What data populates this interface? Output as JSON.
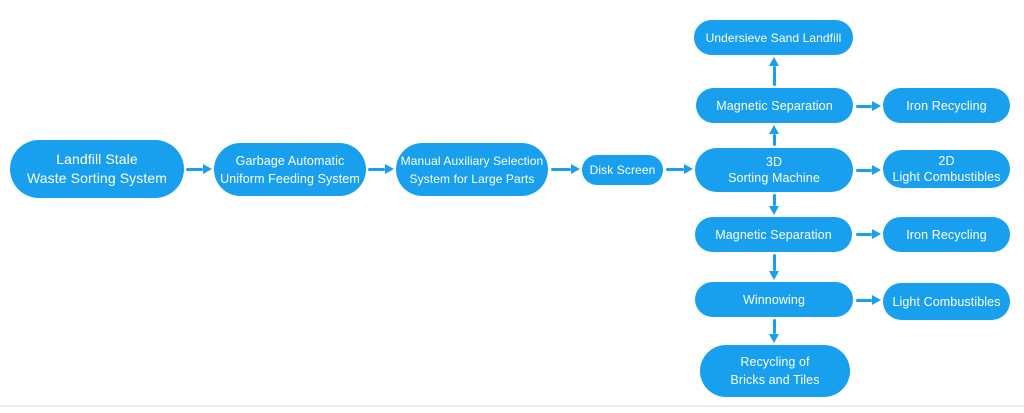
{
  "colors": {
    "node_fill": "#18A0EF",
    "node_text": "#FFFFFF",
    "arrow": "#18A0EF",
    "background": "#FFFFFF",
    "bottom_divider": "#EFEEEF"
  },
  "nodes": {
    "landfill": {
      "line1": "Landfill Stale",
      "line2": "Waste Sorting System"
    },
    "garbage": {
      "line1": "Garbage Automatic",
      "line2": "Uniform Feeding System"
    },
    "manual": {
      "line1": "Manual Auxiliary Selection",
      "line2": "System for Large Parts"
    },
    "disk_screen": {
      "line1": "Disk Screen"
    },
    "sorting_3d": {
      "line1": "3D",
      "line2": "Sorting Machine"
    },
    "undersieve": {
      "line1": "Undersieve Sand Landfill"
    },
    "magnetic_1": {
      "line1": "Magnetic Separation"
    },
    "iron_1": {
      "line1": "Iron Recycling"
    },
    "combustibles_2d": {
      "line1": "2D",
      "line2": "Light Combustibles"
    },
    "magnetic_2": {
      "line1": "Magnetic Separation"
    },
    "iron_2": {
      "line1": "Iron Recycling"
    },
    "winnowing": {
      "line1": "Winnowing"
    },
    "light_combustibles": {
      "line1": "Light Combustibles"
    },
    "recycling_bricks": {
      "line1": "Recycling of",
      "line2": "Bricks and Tiles"
    }
  },
  "edges": [
    {
      "from": "landfill",
      "to": "garbage",
      "direction": "right"
    },
    {
      "from": "garbage",
      "to": "manual",
      "direction": "right"
    },
    {
      "from": "manual",
      "to": "disk_screen",
      "direction": "right"
    },
    {
      "from": "disk_screen",
      "to": "sorting_3d",
      "direction": "right"
    },
    {
      "from": "magnetic_1",
      "to": "undersieve",
      "direction": "up"
    },
    {
      "from": "magnetic_1",
      "to": "iron_1",
      "direction": "right"
    },
    {
      "from": "sorting_3d",
      "to": "magnetic_1",
      "direction": "up"
    },
    {
      "from": "sorting_3d",
      "to": "combustibles_2d",
      "direction": "right"
    },
    {
      "from": "sorting_3d",
      "to": "magnetic_2",
      "direction": "down"
    },
    {
      "from": "magnetic_2",
      "to": "iron_2",
      "direction": "right"
    },
    {
      "from": "magnetic_2",
      "to": "winnowing",
      "direction": "down"
    },
    {
      "from": "winnowing",
      "to": "light_combustibles",
      "direction": "right"
    },
    {
      "from": "winnowing",
      "to": "recycling_bricks",
      "direction": "down"
    }
  ]
}
